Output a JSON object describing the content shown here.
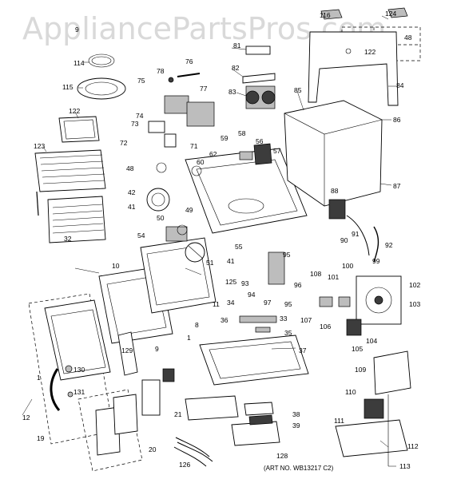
{
  "watermark": "AppliancePartsPros.com",
  "art_number": "(ART NO. WB13217 C2)",
  "callouts": [
    "1",
    "8",
    "9",
    "10",
    "11",
    "12",
    "19",
    "20",
    "21",
    "32",
    "33",
    "34",
    "35",
    "36",
    "37",
    "38",
    "39",
    "41",
    "42",
    "48",
    "49",
    "50",
    "51",
    "54",
    "55",
    "56",
    "57",
    "58",
    "59",
    "60",
    "62",
    "71",
    "72",
    "73",
    "74",
    "75",
    "76",
    "77",
    "78",
    "81",
    "82",
    "83",
    "84",
    "85",
    "86",
    "87",
    "88",
    "90",
    "91",
    "92",
    "93",
    "94",
    "95",
    "96",
    "97",
    "99",
    "100",
    "101",
    "102",
    "103",
    "104",
    "105",
    "106",
    "107",
    "108",
    "109",
    "110",
    "111",
    "112",
    "113",
    "114",
    "115",
    "116",
    "122",
    "123",
    "124",
    "125",
    "126",
    "128",
    "129",
    "130",
    "131"
  ]
}
